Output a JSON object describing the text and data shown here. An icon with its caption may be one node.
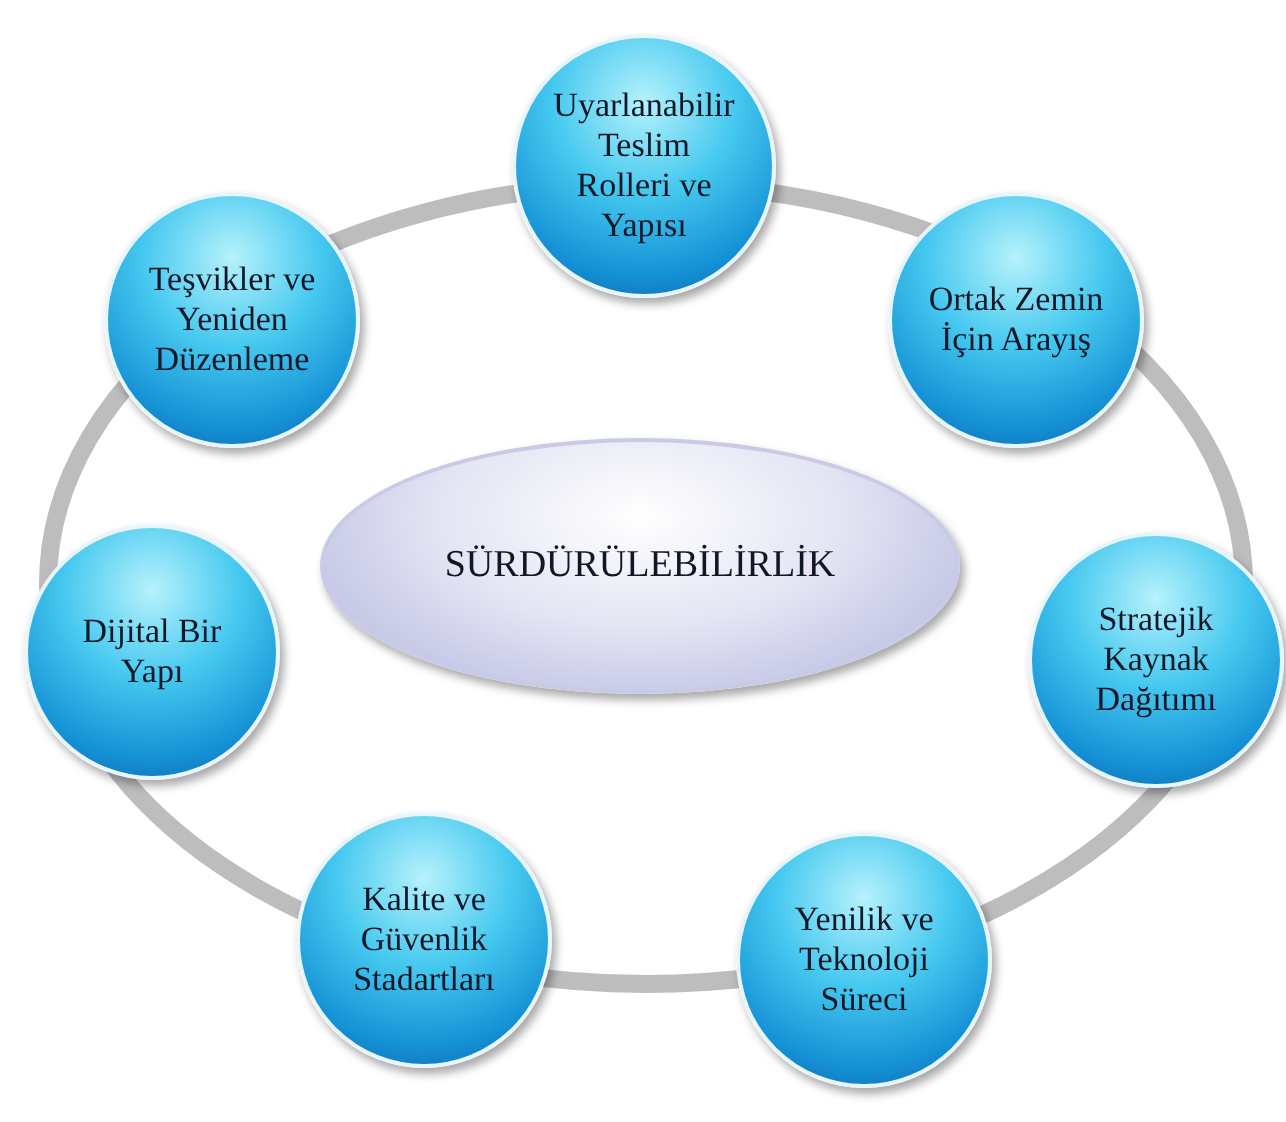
{
  "diagram": {
    "nodes": [
      {
        "text": [
          "SÜRDÜRÜLEBİLİRLİK"
        ]
      },
      {
        "text": [
          "Uyarlanabilir Teslim Rolleri ve Yapısı"
        ]
      },
      {
        "text": [
          "Ortak Zemin İçin Arayış"
        ]
      },
      {
        "text": [
          "Stratejik Kaynak Dağıtımı"
        ]
      },
      {
        "text": [
          "Yenilik ve Teknoloji Süreci"
        ]
      },
      {
        "text": [
          "Kalite ve Güvenlik Stadartları"
        ]
      },
      {
        "text": [
          "Dijital Bir Yapı"
        ]
      },
      {
        "text": [
          "Teşvikler ve Yeniden Düzenleme"
        ]
      }
    ]
  }
}
